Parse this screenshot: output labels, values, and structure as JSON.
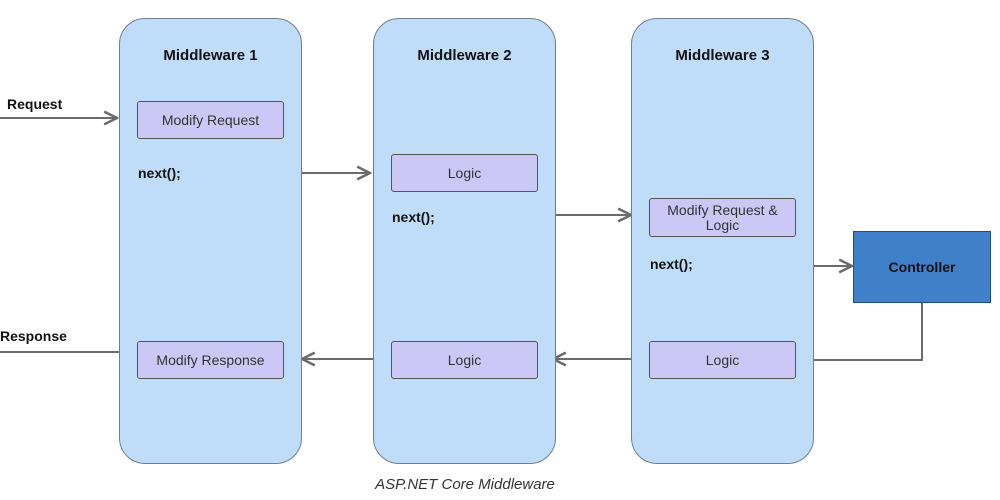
{
  "middlewares": [
    {
      "title": "Middleware 1",
      "request_step": "Modify Request",
      "next_call": "next();",
      "response_step": "Modify Response"
    },
    {
      "title": "Middleware 2",
      "request_step": "Logic",
      "next_call": "next();",
      "response_step": "Logic"
    },
    {
      "title": "Middleware 3",
      "request_step": "Modify Request & Logic",
      "next_call": "next();",
      "response_step": "Logic"
    }
  ],
  "request_label": "Request",
  "response_label": "Response",
  "controller_label": "Controller",
  "caption": "ASP.NET Core Middleware",
  "colors": {
    "middleware_fill": "#bfdcf9",
    "step_fill": "#ccc8f6",
    "controller_fill": "#3f80c8",
    "arrow": "#6b6b6b"
  }
}
